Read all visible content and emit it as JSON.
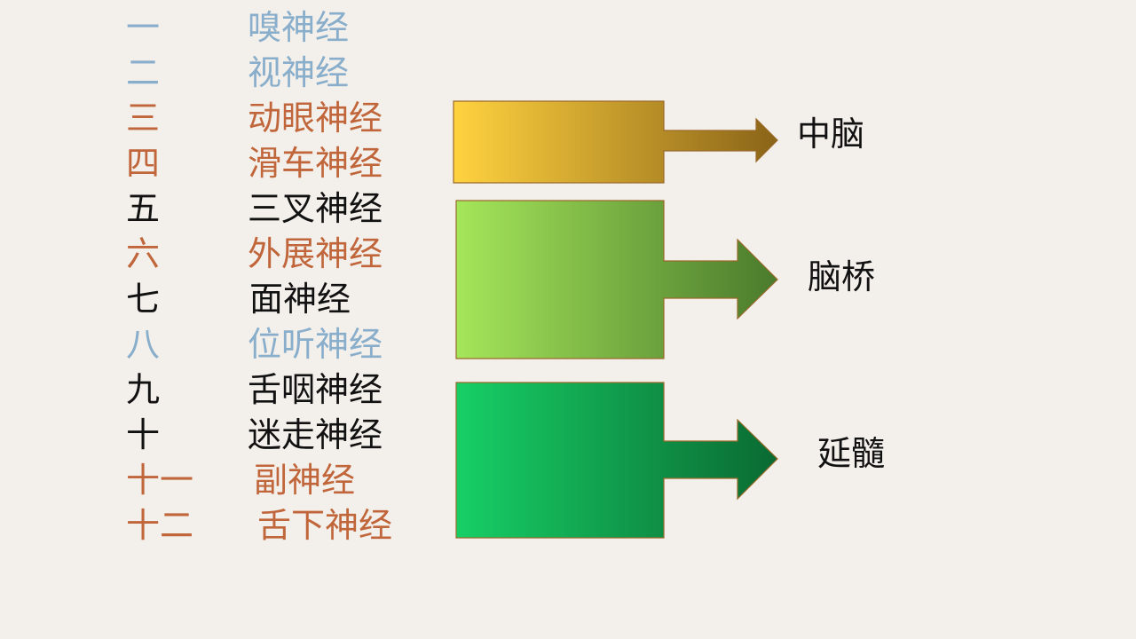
{
  "colors": {
    "background": "#f3efeb",
    "sensory_blue": "#89aecb",
    "highlight_orange": "#c0663a",
    "text_black": "#111111"
  },
  "nerves": [
    {
      "number": "一",
      "name": "嗅神经",
      "color": "blue"
    },
    {
      "number": "二",
      "name": "视神经",
      "color": "blue"
    },
    {
      "number": "三",
      "name": "动眼神经",
      "color": "orange"
    },
    {
      "number": "四",
      "name": "滑车神经",
      "color": "orange"
    },
    {
      "number": "五",
      "name": "三叉神经",
      "color": "black"
    },
    {
      "number": "六",
      "name": "外展神经",
      "color": "orange"
    },
    {
      "number": "七",
      "name": "面神经",
      "color": "black"
    },
    {
      "number": "八",
      "name": "位听神经",
      "color": "blue"
    },
    {
      "number": "九",
      "name": "舌咽神经",
      "color": "black"
    },
    {
      "number": "十",
      "name": "迷走神经",
      "color": "black"
    },
    {
      "number": "十一",
      "name": "副神经",
      "color": "orange"
    },
    {
      "number": "十二",
      "name": "舌下神经",
      "color": "orange"
    }
  ],
  "regions": [
    {
      "label": "中脑",
      "gradient_from": "#ffd23f",
      "gradient_to": "#8a6418"
    },
    {
      "label": "脑桥",
      "gradient_from": "#a5e65a",
      "gradient_to": "#4a7a2c"
    },
    {
      "label": "延髓",
      "gradient_from": "#17cf66",
      "gradient_to": "#0a6a32"
    }
  ]
}
